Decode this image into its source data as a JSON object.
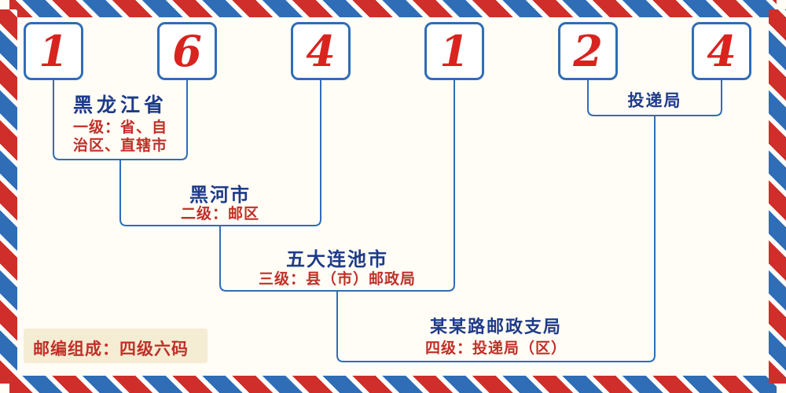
{
  "postal_code": {
    "value": "164124",
    "digits": [
      "1",
      "6",
      "4",
      "1",
      "2",
      "4"
    ]
  },
  "levels": [
    {
      "name": "黑龙江省",
      "desc_line1": "一级：省、自",
      "desc_line2": "治区、直辖市"
    },
    {
      "name": "黑河市",
      "desc": "二级：邮区"
    },
    {
      "name": "五大连池市",
      "desc": "三级：县（市）邮政局"
    },
    {
      "name": "某某路邮政支局",
      "desc": "四级：投递局（区）"
    }
  ],
  "delivery_office_label": "投递局",
  "footer_note": "邮编组成：四级六码",
  "colors": {
    "digit_red": "#d9231f",
    "name_blue": "#1e3a8a",
    "desc_red": "#c03028",
    "line_blue": "#2f6db6",
    "stripe_red": "#cf2e2a",
    "stripe_blue": "#2f6db6",
    "paper": "#fffdf6",
    "note_bg": "#f5ecd4"
  }
}
